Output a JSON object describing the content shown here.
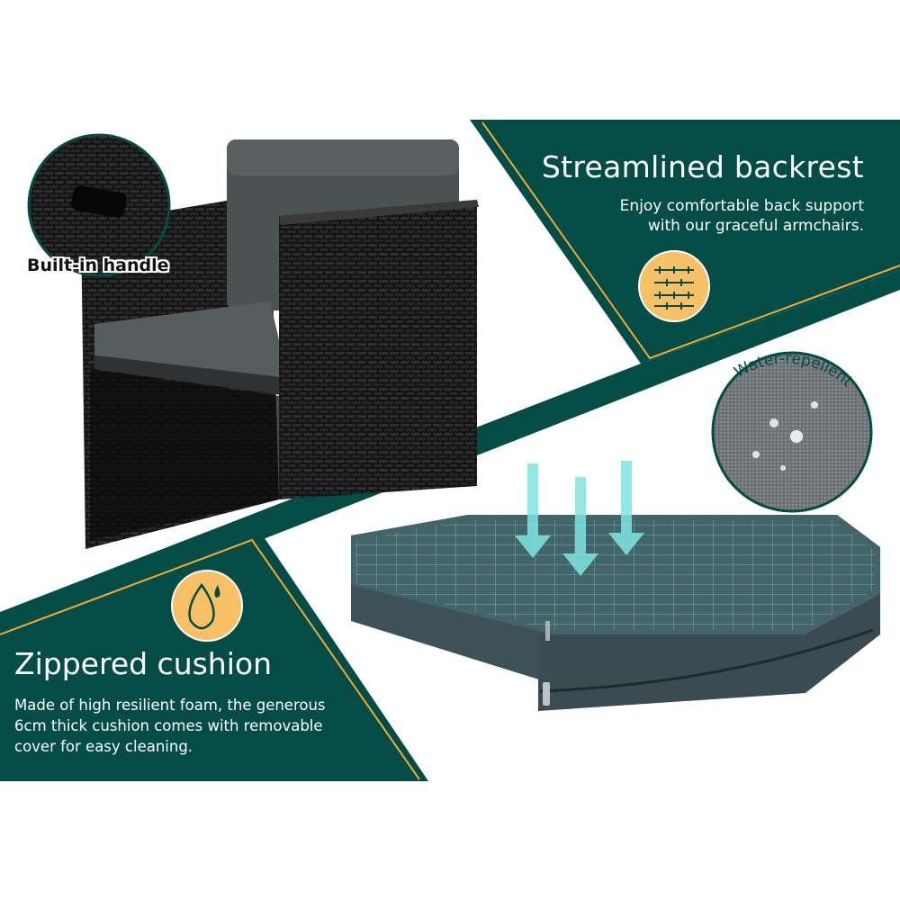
{
  "colors": {
    "green": "#034d46",
    "gold": "#efaa33",
    "badge": "#f8c064",
    "cyan": "#7fe6e0"
  },
  "backrest": {
    "title": "Streamlined backrest",
    "description_lines": [
      "Enjoy comfortable back support",
      "with our graceful armchairs."
    ],
    "icon": "weave-pattern-icon"
  },
  "cushion": {
    "title": "Zippered cushion",
    "description_lines": [
      "Made of high resilient foam, the generous",
      "6cm thick cushion comes with removable",
      "cover for easy cleaning."
    ],
    "icon": "water-drop-icon"
  },
  "callouts": {
    "handle": "Built-in handle",
    "water": "Water-repellent"
  }
}
